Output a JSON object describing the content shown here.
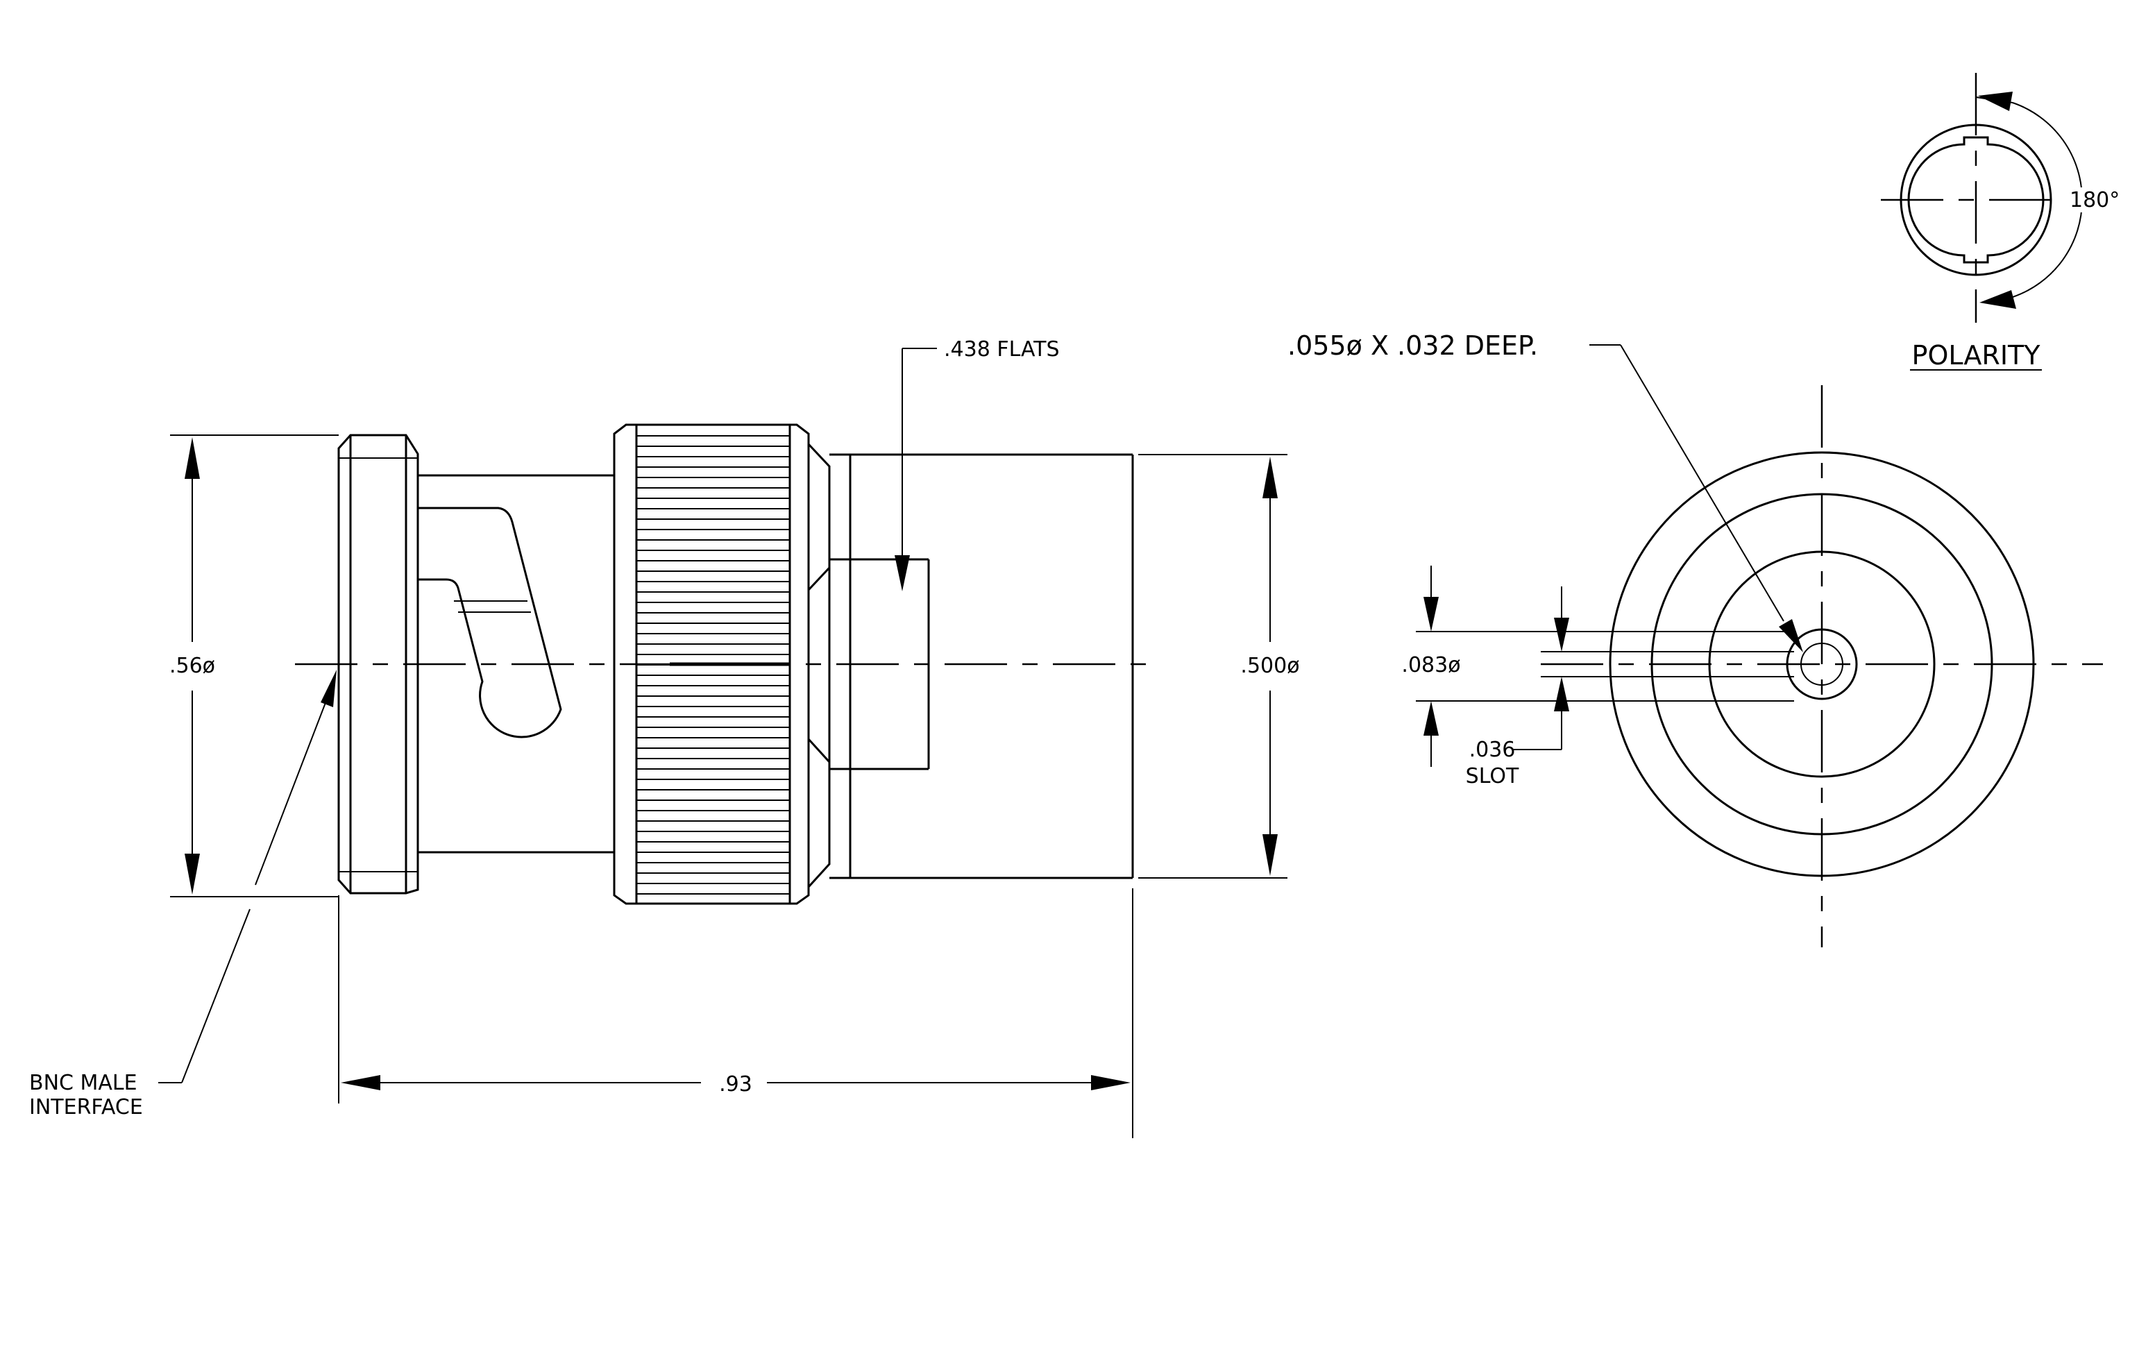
{
  "labels": {
    "flats": ".438 FLATS",
    "hole": ".055ø X .032 DEEP.",
    "polarity": "POLARITY",
    "angle": "180°",
    "dia_056": ".56ø",
    "dia_0500": ".500ø",
    "dia_0083": ".083ø",
    "slot_width": ".036",
    "slot_word": "SLOT",
    "length": ".93",
    "interface_line1": "BNC MALE",
    "interface_line2": "INTERFACE"
  }
}
